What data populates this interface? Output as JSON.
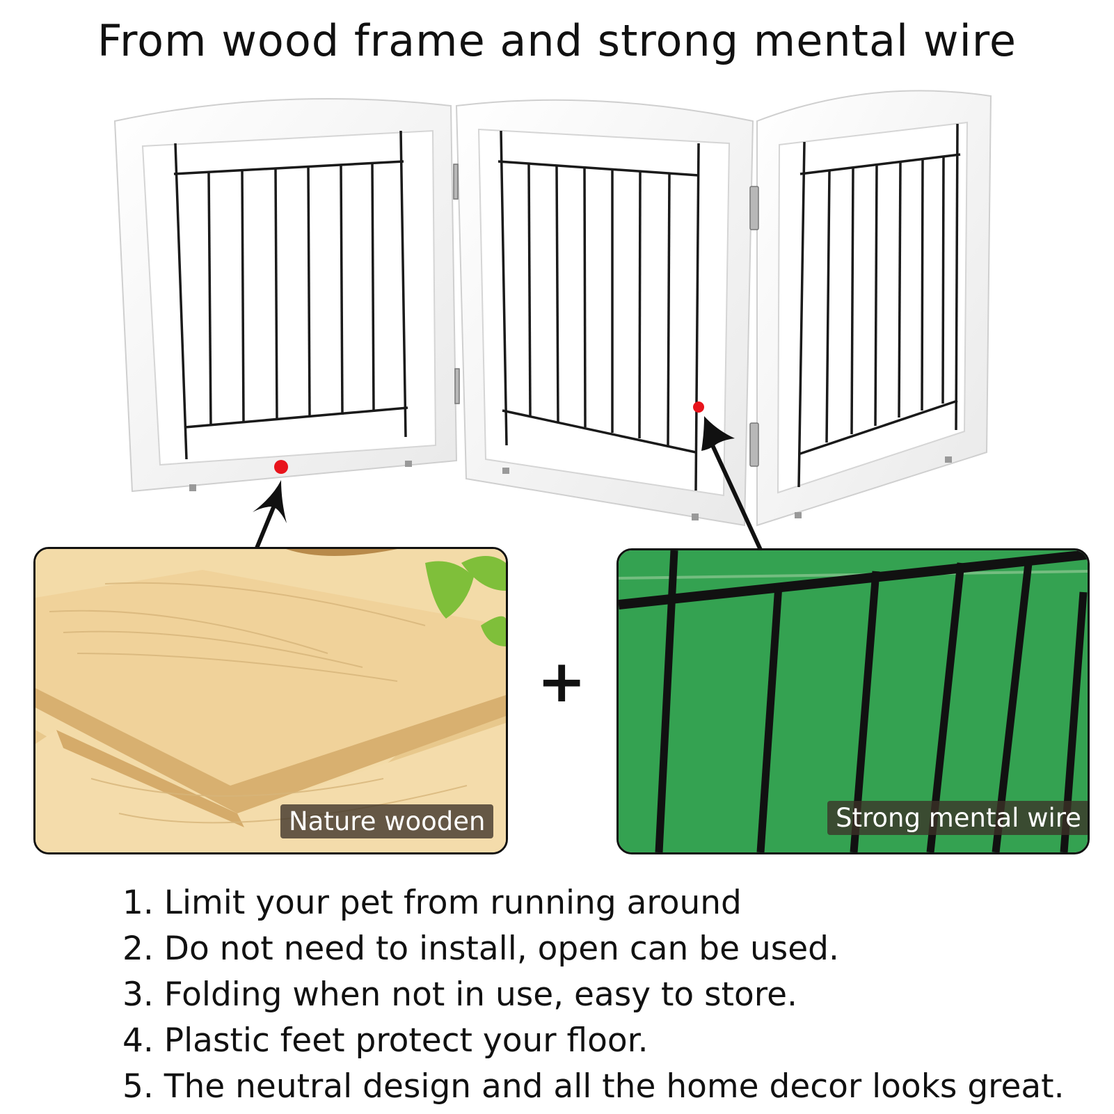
{
  "title": "From wood frame and strong mental wire",
  "callouts": {
    "wood_label": "Nature wooden",
    "wire_label": "Strong mental wire",
    "plus_sign": "+"
  },
  "features": [
    "1. Limit your pet from running around",
    "2. Do not need to install, open can be used.",
    "3. Folding when not in use, easy to store.",
    "4. Plastic feet protect your floor.",
    "5. The neutral design and all the home decor looks great."
  ],
  "colors": {
    "frame": "#ffffff",
    "wire": "#1a1a1a",
    "marker": "#e8141c",
    "wood": "#f2d9a4",
    "grass": "#2f9a4a"
  },
  "icons": [
    "hinge-icon",
    "marker-dot-icon",
    "arrow-icon"
  ]
}
